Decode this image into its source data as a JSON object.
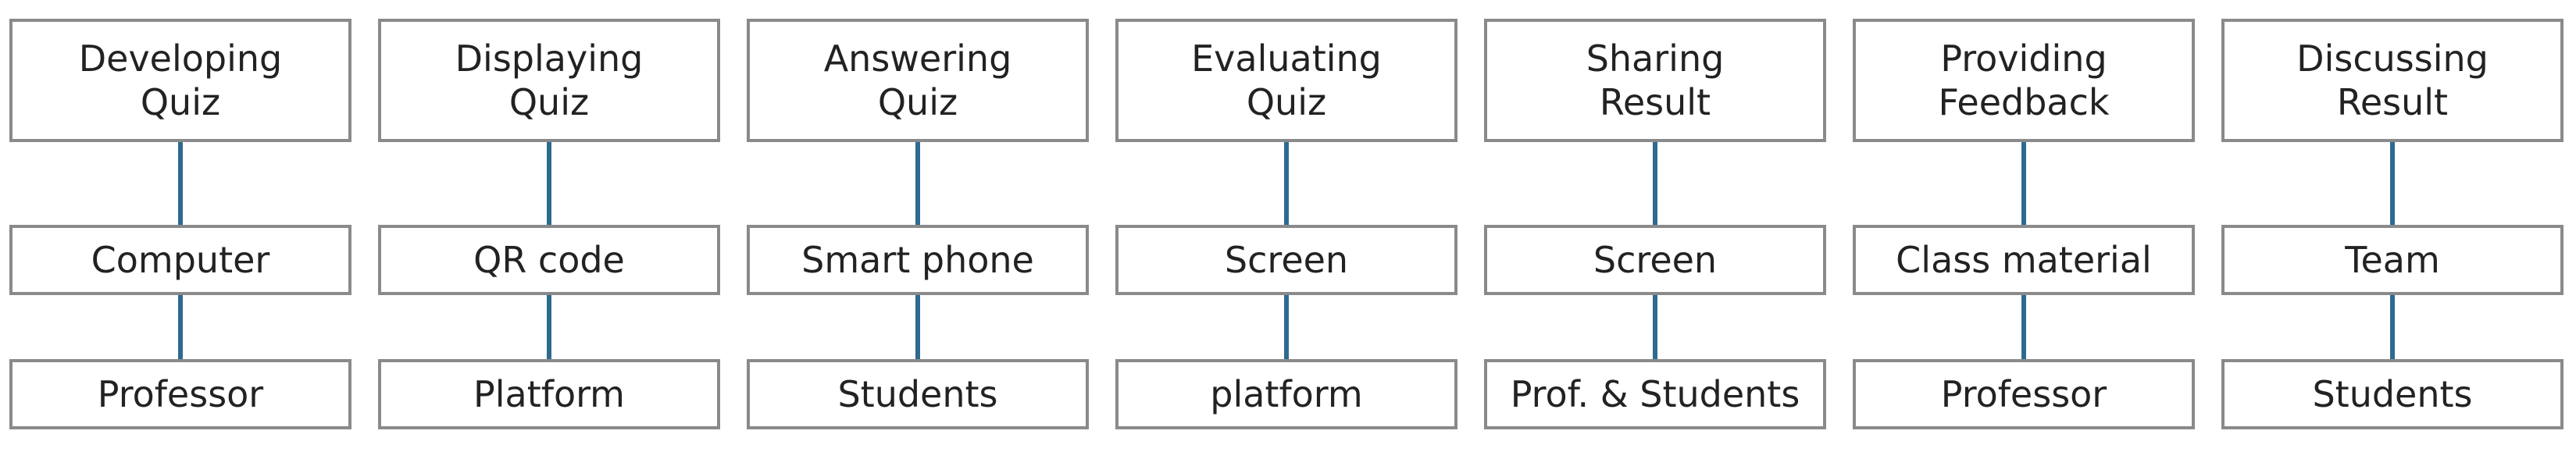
{
  "colors": {
    "box_border": "#8a8a8a",
    "connector": "#2e6a8e",
    "text": "#222222",
    "background": "#ffffff"
  },
  "columns": [
    {
      "stage": "Developing\nQuiz",
      "tool": "Computer",
      "actor": "Professor"
    },
    {
      "stage": "Displaying\nQuiz",
      "tool": "QR code",
      "actor": "Platform"
    },
    {
      "stage": "Answering\nQuiz",
      "tool": "Smart phone",
      "actor": "Students"
    },
    {
      "stage": "Evaluating\nQuiz",
      "tool": "Screen",
      "actor": "platform"
    },
    {
      "stage": "Sharing\nResult",
      "tool": "Screen",
      "actor": "Prof. & Students"
    },
    {
      "stage": "Providing\nFeedback",
      "tool": "Class material",
      "actor": "Professor"
    },
    {
      "stage": "Discussing\nResult",
      "tool": "Team",
      "actor": "Students"
    }
  ]
}
